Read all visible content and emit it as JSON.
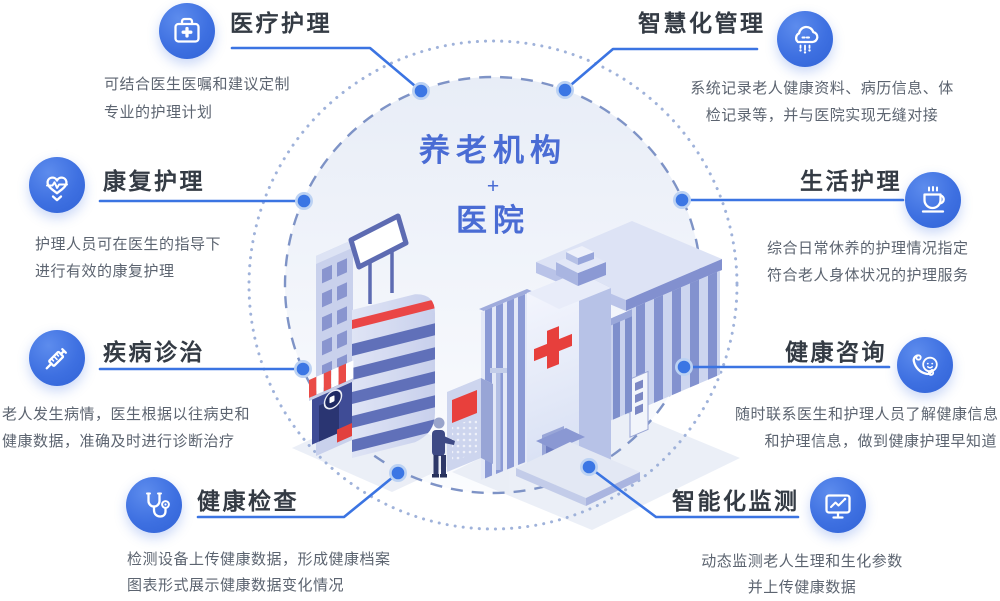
{
  "center": {
    "line1": "养老机构",
    "plus": "+",
    "line2": "医院"
  },
  "colors": {
    "accent_blue": "#3b74e2",
    "icon_gradient_top": "#5d8ced",
    "icon_gradient_bottom": "#3062d6",
    "title_text": "#343b44",
    "desc_text": "#5c6470",
    "center_text": "#4a6cd4",
    "red_accent": "#e8403c",
    "dashed_circle": "#7e93c6",
    "dotted_circle": "#9fb2da"
  },
  "features": [
    {
      "id": "medical-care",
      "title": "医疗护理",
      "icon": "medical-kit-icon",
      "desc1": "可结合医生医嘱和建议定制",
      "desc2": "专业的护理计划"
    },
    {
      "id": "smart-management",
      "title": "智慧化管理",
      "icon": "cloud-network-icon",
      "desc1": "系统记录老人健康资料、病历信息、体",
      "desc2": "检记录等，并与医院实现无缝对接"
    },
    {
      "id": "rehab-care",
      "title": "康复护理",
      "icon": "heart-pulse-icon",
      "desc1": "护理人员可在医生的指导下",
      "desc2": "进行有效的康复护理"
    },
    {
      "id": "life-care",
      "title": "生活护理",
      "icon": "coffee-cup-icon",
      "desc1": "综合日常休养的护理情况指定",
      "desc2": "符合老人身体状况的护理服务"
    },
    {
      "id": "disease-diagnosis",
      "title": "疾病诊治",
      "icon": "syringe-icon",
      "desc1": "老人发生病情，医生根据以往病史和",
      "desc2": "健康数据，准确及时进行诊断治疗"
    },
    {
      "id": "health-consult",
      "title": "健康咨询",
      "icon": "phone-consult-icon",
      "desc1": "随时联系医生和护理人员了解健康信息",
      "desc2": "和护理信息，做到健康护理早知道"
    },
    {
      "id": "health-check",
      "title": "健康检查",
      "icon": "stethoscope-icon",
      "desc1": "检测设备上传健康数据，形成健康档案",
      "desc2": "图表形式展示健康数据变化情况"
    },
    {
      "id": "smart-monitoring",
      "title": "智能化监测",
      "icon": "monitor-chart-icon",
      "desc1": "动态监测老人生理和生化参数",
      "desc2": "并上传健康数据"
    }
  ]
}
